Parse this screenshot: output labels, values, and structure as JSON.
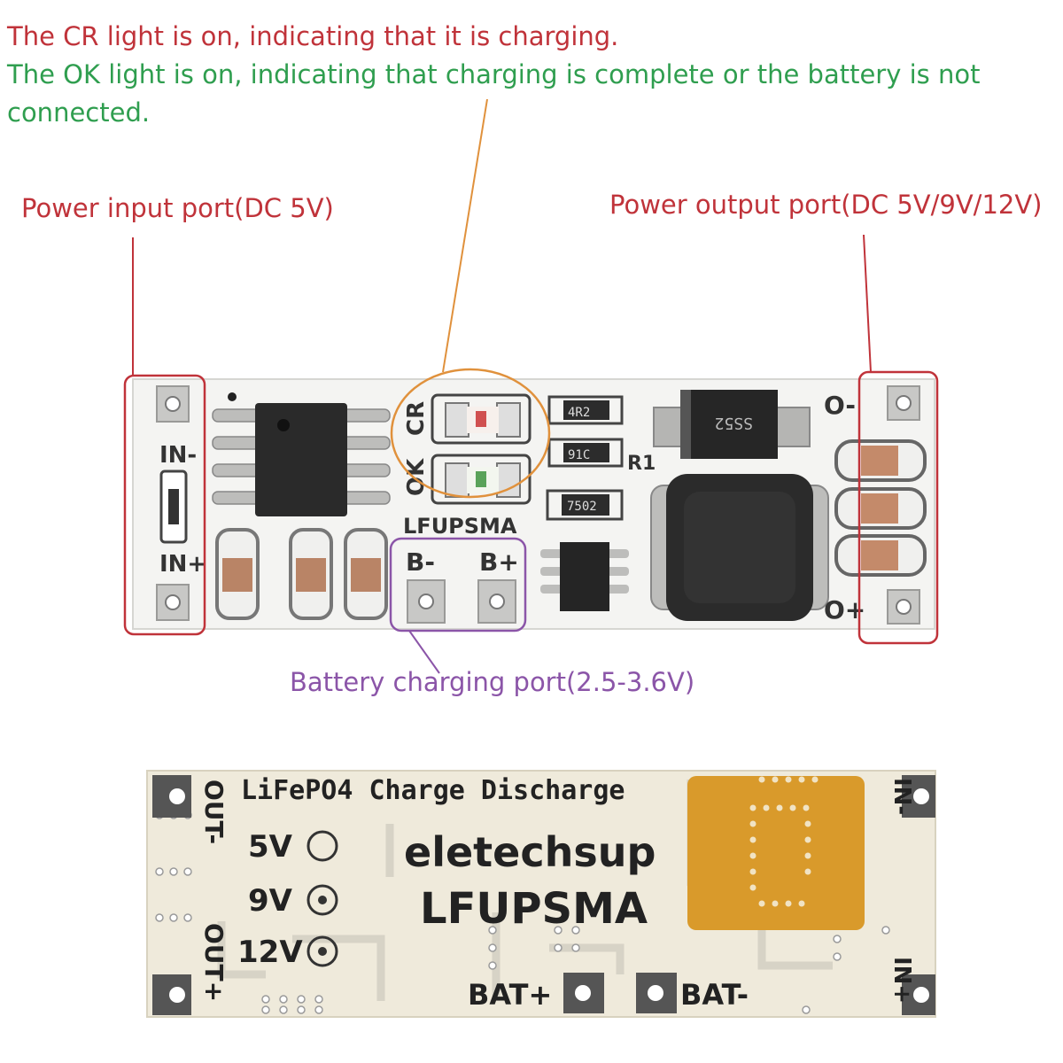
{
  "annotations": {
    "cr_light": "The CR light is on, indicating that it is charging.",
    "ok_light_1": "The OK light is on, indicating that charging is complete or the battery is not",
    "ok_light_2": "connected.",
    "input_port": "Power input port(DC 5V)",
    "output_port": "Power output port(DC 5V/9V/12V)",
    "battery_port": "Battery charging port(2.5-3.6V)"
  },
  "top_board": {
    "in_minus": "IN-",
    "in_plus": "IN+",
    "out_minus": "O-",
    "out_plus": "O+",
    "cr": "CR",
    "ok": "OK",
    "model": "LFUPSMA",
    "b_minus": "B-",
    "b_plus": "B+",
    "r1": "R1",
    "diode_code": "SS52",
    "res1_code": "4R2",
    "res2_code": "91C",
    "res3_code": "7502"
  },
  "bottom_board": {
    "title": "LiFePO4 Charge Discharge",
    "brand": "eletechsup",
    "model": "LFUPSMA",
    "v5": "5V",
    "v9": "9V",
    "v12": "12V",
    "out_minus": "OUT-",
    "out_plus": "OUT+",
    "in_minus": "IN-",
    "in_plus": "IN+",
    "bat_plus": "BAT+",
    "bat_minus": "BAT-"
  },
  "colors": {
    "red_text": "#c0333a",
    "green_text": "#2f9e4f",
    "purple_text": "#8b55a8",
    "orange_leader": "#e0913c",
    "pcb_white": "#f4f4f2",
    "pcb_cream": "#efeadb",
    "copper_pad": "#d99a2b"
  }
}
